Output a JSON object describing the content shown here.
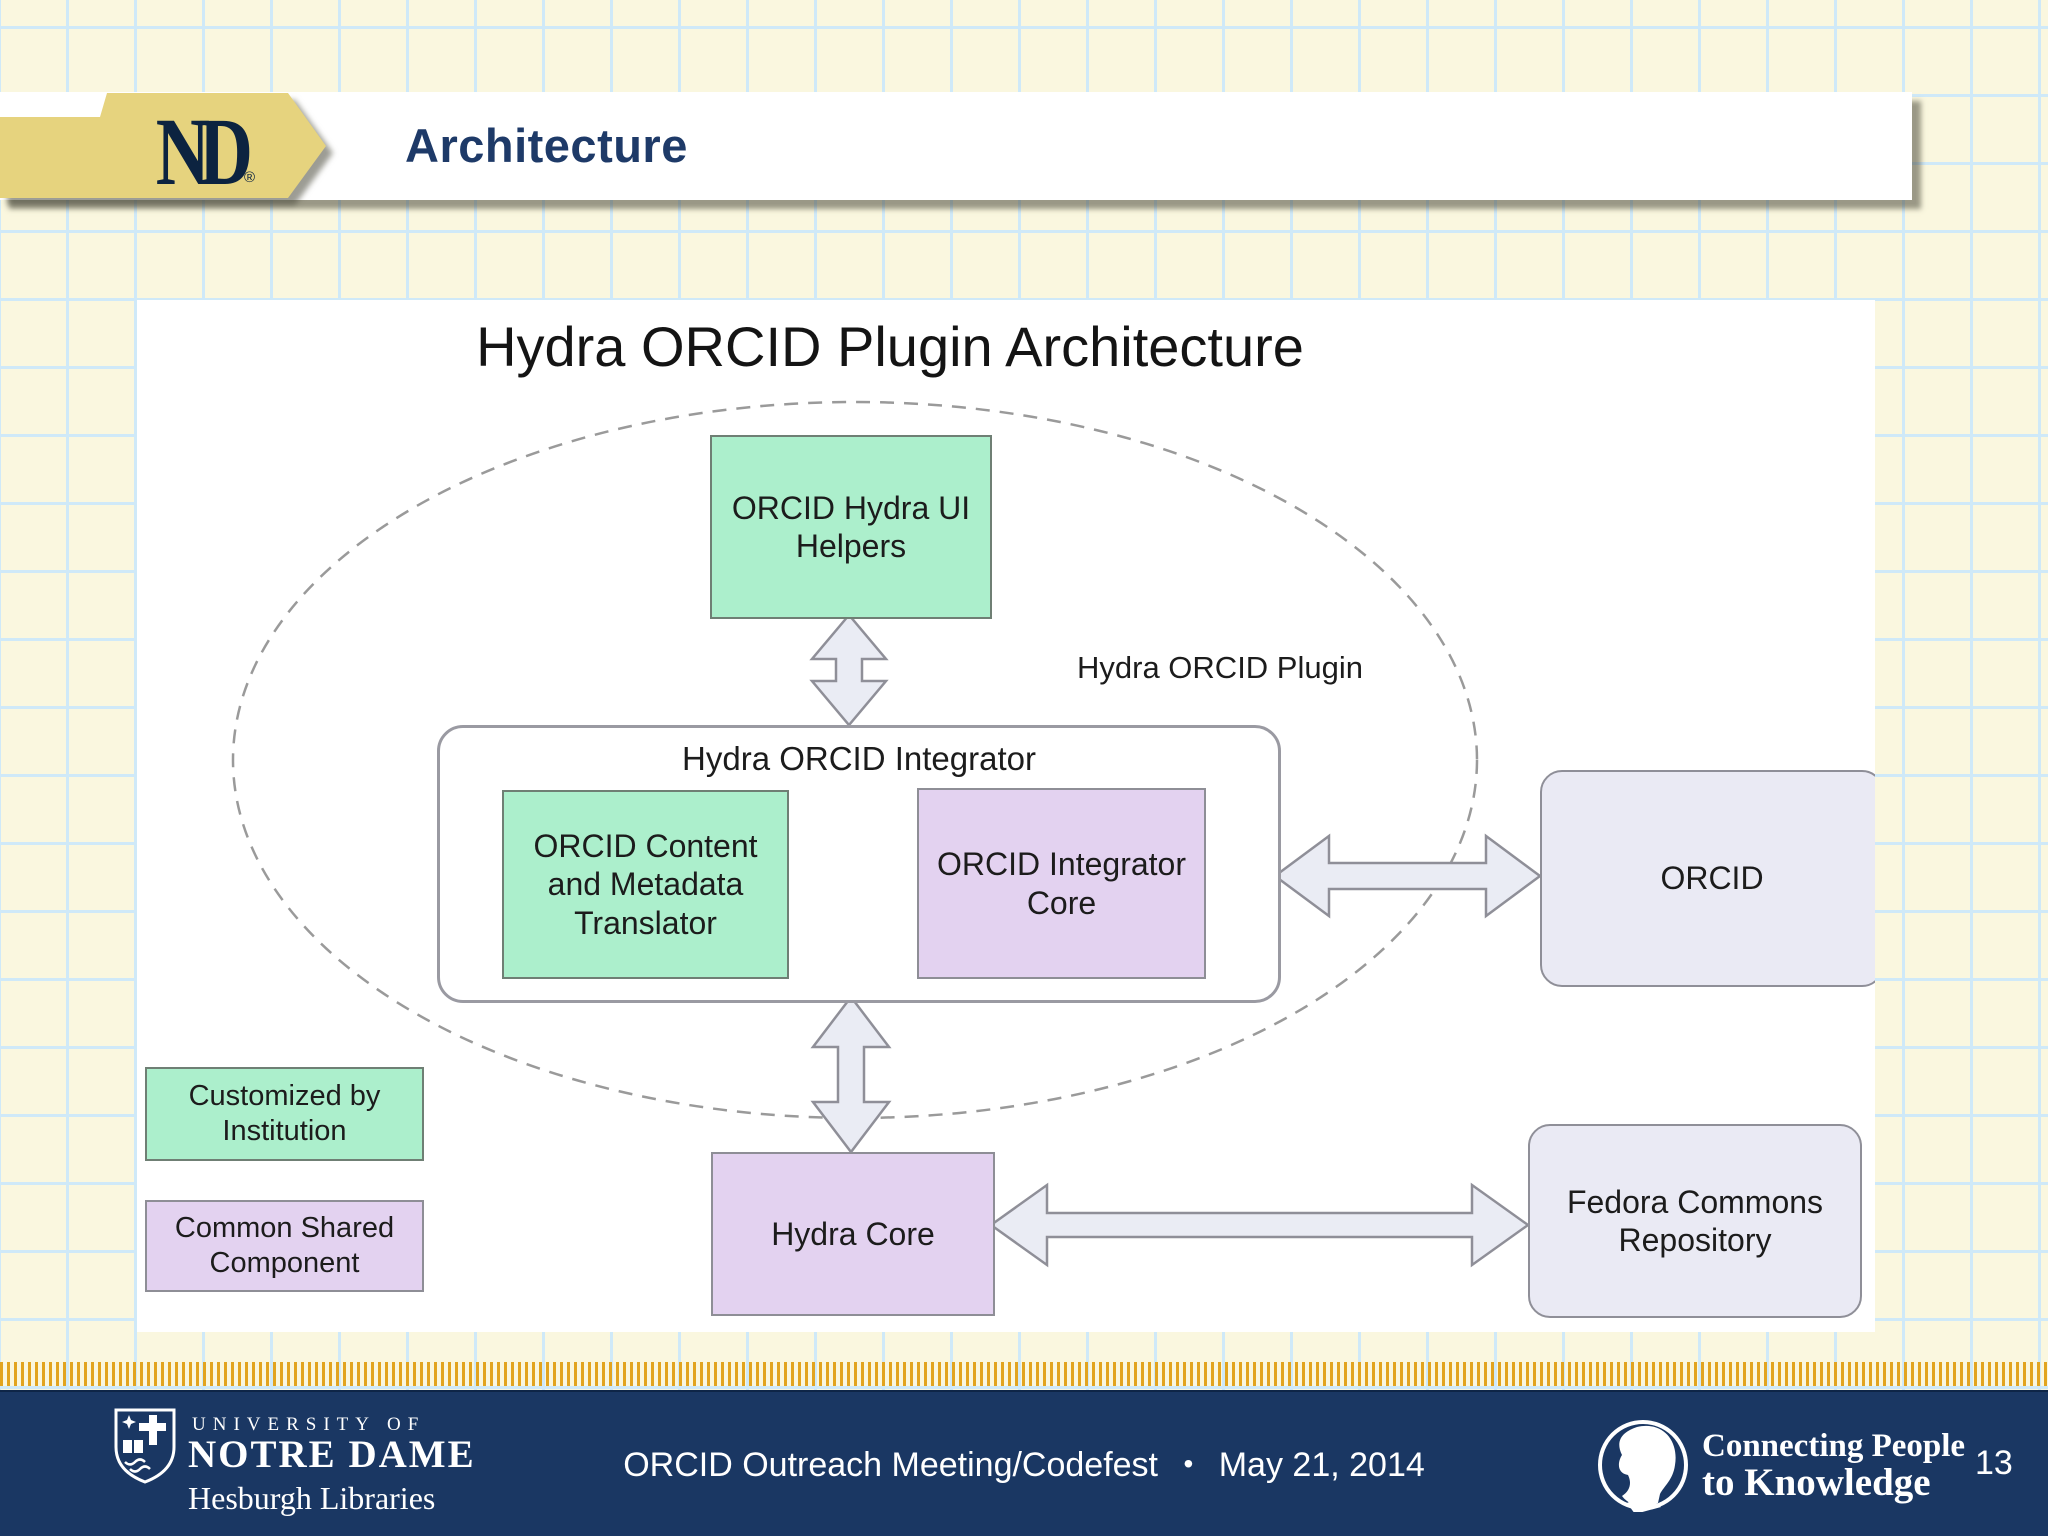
{
  "slide": {
    "header": {
      "title": "Architecture"
    },
    "logo": {
      "monogram": "ND",
      "registered": "®"
    },
    "diagram": {
      "title": "Hydra ORCID Plugin Architecture",
      "plugin_label": "Hydra ORCID Plugin",
      "nodes": {
        "ui_helpers": "ORCID Hydra UI Helpers",
        "integrator": "Hydra ORCID Integrator",
        "translator": "ORCID Content and Metadata Translator",
        "core": "ORCID Integrator Core",
        "orcid": "ORCID",
        "hydra_core": "Hydra Core",
        "fedora": "Fedora Commons Repository"
      },
      "legend": [
        {
          "label": "Customized by Institution",
          "type": "green"
        },
        {
          "label": "Common Shared Component",
          "type": "purple"
        }
      ],
      "colors": {
        "customized_fill": "#ACEFCC",
        "common_fill": "#E3D2F0",
        "external_fill": "#EAEAF4",
        "arrow_fill": "#EAECF4",
        "boundary_stroke": "#9A9A9A"
      }
    },
    "footer": {
      "university_of": "UNIVERSITY OF",
      "notre_dame": "NOTRE DAME",
      "hesburgh": "Hesburgh Libraries",
      "meeting": "ORCID Outreach Meeting/Codefest",
      "separator": "•",
      "date": "May 21, 2014",
      "tagline_line1": "Connecting People",
      "tagline_line2": "to Knowledge",
      "page_number": "13"
    },
    "colors": {
      "nd_navy": "#0C2340",
      "footer_navy": "#1A3763",
      "banner_gold": "#E6D37E",
      "tick_gold": "#E2A41F",
      "background_cream": "#FAF7DF",
      "grid_blue": "#CFE9F8",
      "heading_navy": "#1E3A68"
    }
  }
}
